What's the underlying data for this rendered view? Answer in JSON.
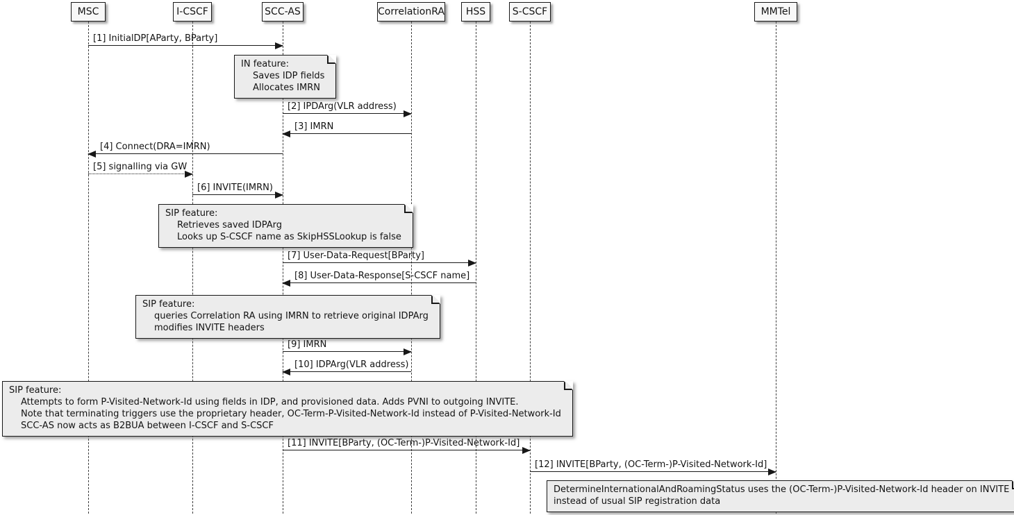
{
  "diagram_type": "uml-sequence-diagram",
  "colors": {
    "background": "#FFFFFF",
    "line": "#181818",
    "participant_fill": "#F8F8F8",
    "note_fill": "#ECECEC",
    "text": "#131313"
  },
  "participants": [
    {
      "name": "MSC"
    },
    {
      "name": "I-CSCF"
    },
    {
      "name": "SCC-AS"
    },
    {
      "name": "CorrelationRA"
    },
    {
      "name": "HSS"
    },
    {
      "name": "S-CSCF"
    },
    {
      "name": "MMTel"
    }
  ],
  "messages": [
    {
      "label": "[1] InitialDP[AParty, BParty]",
      "from": "MSC",
      "to": "SCC-AS",
      "style": "solid"
    },
    {
      "label": "[2] IPDArg(VLR address)",
      "from": "SCC-AS",
      "to": "CorrelationRA",
      "style": "solid"
    },
    {
      "label": "[3] IMRN",
      "from": "CorrelationRA",
      "to": "SCC-AS",
      "style": "solid"
    },
    {
      "label": "[4] Connect(DRA=IMRN)",
      "from": "SCC-AS",
      "to": "MSC",
      "style": "solid"
    },
    {
      "label": "[5] signalling via GW",
      "from": "MSC",
      "to": "I-CSCF",
      "style": "dotted"
    },
    {
      "label": "[6] INVITE(IMRN)",
      "from": "I-CSCF",
      "to": "SCC-AS",
      "style": "solid"
    },
    {
      "label": "[7] User-Data-Request[BParty]",
      "from": "SCC-AS",
      "to": "HSS",
      "style": "solid"
    },
    {
      "label": "[8] User-Data-Response[S-CSCF name]",
      "from": "HSS",
      "to": "SCC-AS",
      "style": "solid"
    },
    {
      "label": "[9] IMRN",
      "from": "SCC-AS",
      "to": "CorrelationRA",
      "style": "solid"
    },
    {
      "label": "[10] IDPArg(VLR address)",
      "from": "CorrelationRA",
      "to": "SCC-AS",
      "style": "solid"
    },
    {
      "label": "[11] INVITE[BParty, (OC-Term-)P-Visited-Network-Id]",
      "from": "SCC-AS",
      "to": "S-CSCF",
      "style": "solid"
    },
    {
      "label": "[12] INVITE[BParty, (OC-Term-)P-Visited-Network-Id]",
      "from": "S-CSCF",
      "to": "MMTel",
      "style": "solid"
    }
  ],
  "notes": [
    {
      "lines": [
        "IN feature:",
        "Saves IDP fields",
        "Allocates IMRN"
      ]
    },
    {
      "lines": [
        "SIP feature:",
        "Retrieves saved IDPArg",
        "Looks up S-CSCF name as SkipHSSLookup is false"
      ]
    },
    {
      "lines": [
        "SIP feature:",
        "queries Correlation RA using IMRN to retrieve original IDPArg",
        "modifies INVITE headers"
      ]
    },
    {
      "lines": [
        "SIP feature:",
        "Attempts to form P-Visited-Network-Id using fields in IDP, and provisioned data. Adds PVNI to outgoing INVITE.",
        "Note that terminating triggers use the proprietary header, OC-Term-P-Visited-Network-Id instead of P-Visited-Network-Id",
        "SCC-AS now acts as B2BUA between I-CSCF and S-CSCF"
      ]
    },
    {
      "lines": [
        "DetermineInternationalAndRoamingStatus uses the (OC-Term-)P-Visited-Network-Id header on INVITE",
        "instead of usual SIP registration data"
      ]
    }
  ]
}
